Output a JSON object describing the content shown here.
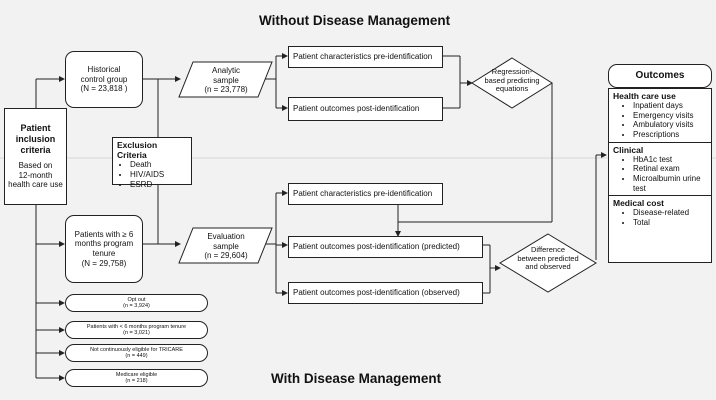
{
  "titles": {
    "top": "Without Disease Management",
    "bottom": "With Disease Management"
  },
  "inclusion": {
    "title_line1": "Patient",
    "title_line2": "inclusion",
    "title_line3": "criteria",
    "body_line1": "Based on",
    "body_line2": "12-month",
    "body_line3": "health care use"
  },
  "historical": {
    "line1": "Historical",
    "line2": "control group",
    "line3": "(N = 23,818 )"
  },
  "program": {
    "line1": "Patients with ≥ 6",
    "line2": "months program",
    "line3": "tenure",
    "line4": "(N = 29,758)"
  },
  "analytic": {
    "line1": "Analytic",
    "line2": "sample",
    "line3": "(n = 23,778)"
  },
  "evaluation": {
    "line1": "Evaluation",
    "line2": "sample",
    "line3": "(n = 29,604)"
  },
  "exclusion": {
    "title": "Exclusion Criteria",
    "items": [
      "Death",
      "HIV/AIDS",
      "ESRD"
    ]
  },
  "top_boxes": {
    "chars": "Patient characteristics pre-identification",
    "outcomes": "Patient outcomes post-identification"
  },
  "bottom_boxes": {
    "chars": "Patient characteristics pre-identification",
    "predicted": "Patient outcomes post-identification (predicted)",
    "observed": "Patient outcomes post-identification (observed)"
  },
  "regression": {
    "line1": "Regression-",
    "line2": "based predicting",
    "line3": "equations"
  },
  "difference": {
    "line1": "Difference",
    "line2": "between predicted",
    "line3": "and observed"
  },
  "exclusions_list": [
    {
      "label": "Opt out",
      "count": "(n = 3,924)"
    },
    {
      "label": "Patients with < 6 months program tenure",
      "count": "(n = 3,021)"
    },
    {
      "label": "Not continuously eligible for TRICARE",
      "count": "(n = 449)"
    },
    {
      "label": "Medicare eligible",
      "count": "(n = 218)"
    }
  ],
  "outcomes": {
    "title": "Outcomes",
    "health_care_use": {
      "title": "Health care use",
      "items": [
        "Inpatient days",
        "Emergency visits",
        "Ambulatory visits",
        "Prescriptions"
      ]
    },
    "clinical": {
      "title": "Clinical",
      "items": [
        "HbA1c test",
        "Retinal exam",
        "Microalbumin urine test"
      ]
    },
    "medical_cost": {
      "title": "Medical cost",
      "items": [
        "Disease-related",
        "Total"
      ]
    }
  }
}
